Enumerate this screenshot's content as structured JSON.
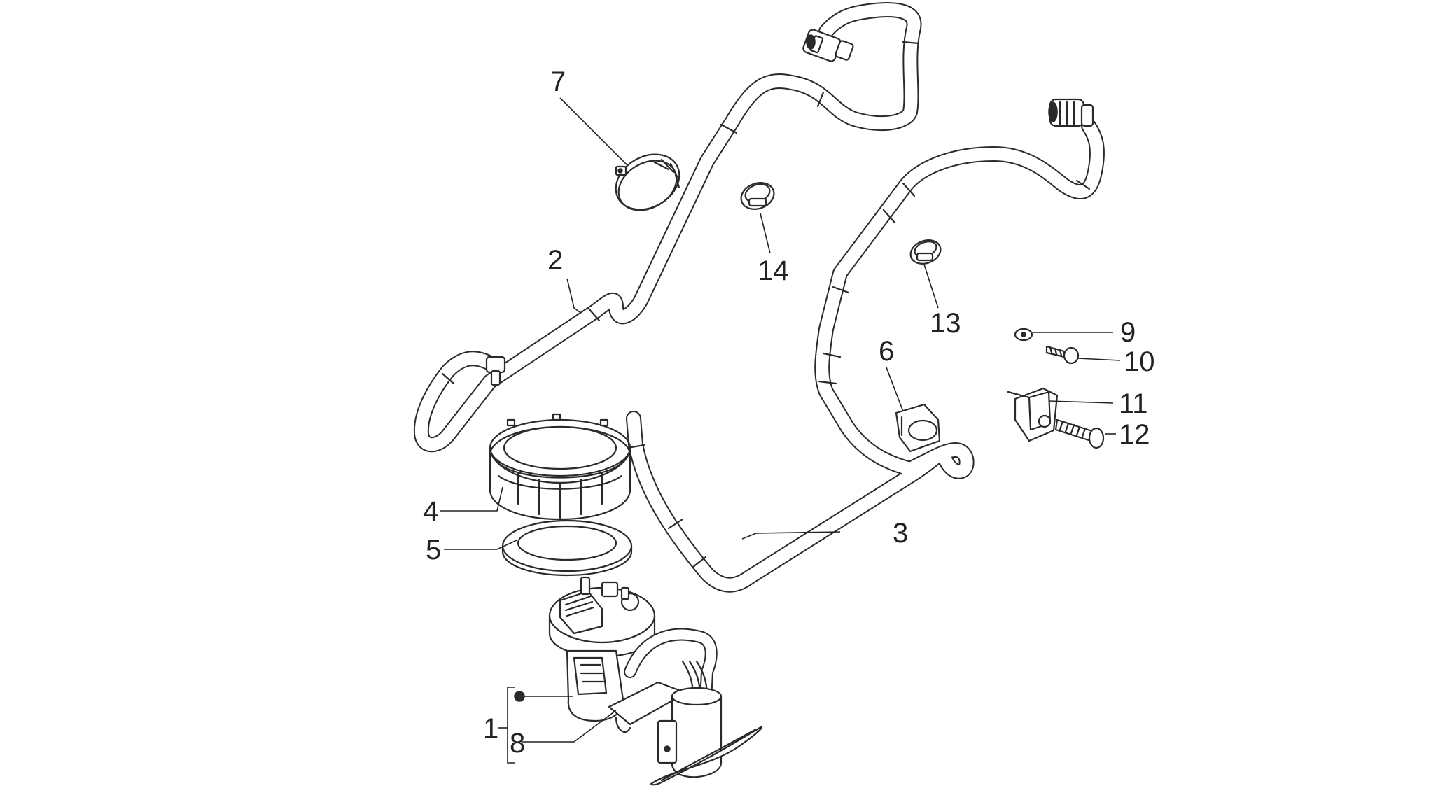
{
  "diagram": {
    "part_labels": {
      "p1": "1",
      "p2": "2",
      "p3": "3",
      "p4": "4",
      "p5": "5",
      "p6": "6",
      "p7": "7",
      "p8": "8",
      "p9": "9",
      "p10": "10",
      "p11": "11",
      "p12": "12",
      "p13": "13",
      "p14": "14"
    }
  }
}
